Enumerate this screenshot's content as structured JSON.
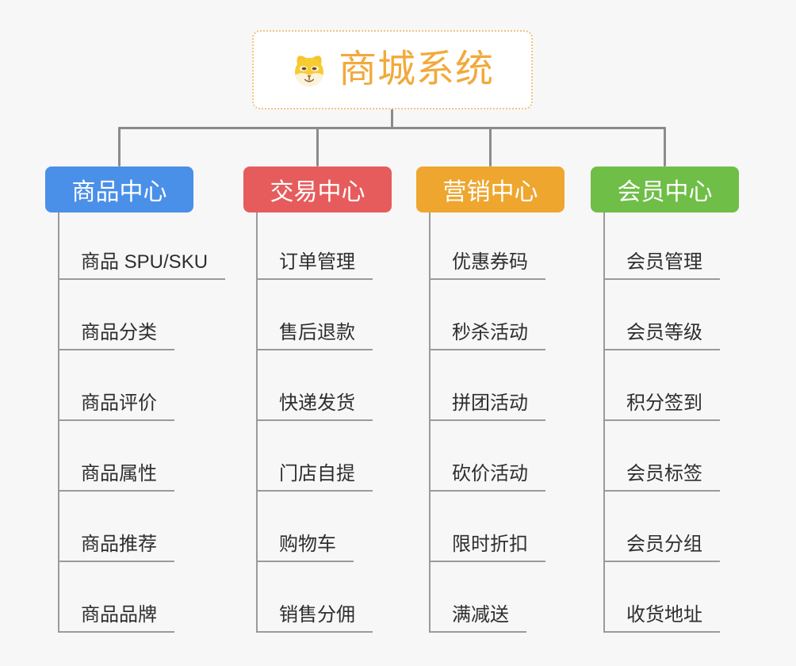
{
  "root": {
    "title": "商城系统",
    "icon": "dog-face-icon"
  },
  "branches": [
    {
      "label": "商品中心",
      "color": "#4A90E8",
      "items": [
        "商品 SPU/SKU",
        "商品分类",
        "商品评价",
        "商品属性",
        "商品推荐",
        "商品品牌"
      ]
    },
    {
      "label": "交易中心",
      "color": "#E65C5C",
      "items": [
        "订单管理",
        "售后退款",
        "快递发货",
        "门店自提",
        "购物车",
        "销售分佣"
      ]
    },
    {
      "label": "营销中心",
      "color": "#EEA62F",
      "items": [
        "优惠券码",
        "秒杀活动",
        "拼团活动",
        "砍价活动",
        "限时折扣",
        "满减送"
      ]
    },
    {
      "label": "会员中心",
      "color": "#6FBE47",
      "items": [
        "会员管理",
        "会员等级",
        "积分签到",
        "会员标签",
        "会员分组",
        "收货地址"
      ]
    }
  ],
  "colors": {
    "background": "#F7F7F7",
    "accent_orange": "#F2A93C",
    "root_border": "#F2C37E",
    "connector_gray": "#8B8B8B",
    "leaf_line_gray": "#9A9A9A",
    "item_text": "#2E2E2E"
  }
}
